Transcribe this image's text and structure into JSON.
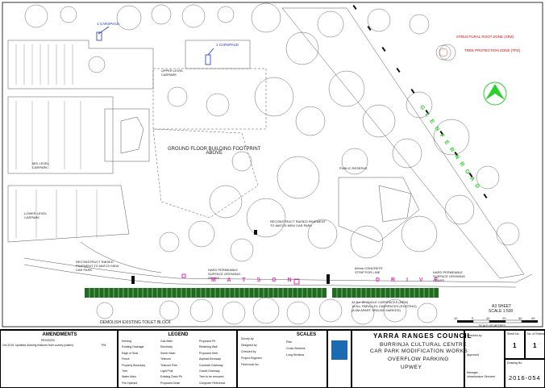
{
  "annotations": {
    "carspace_1": "1 CARSPACE",
    "carspace_2": "1 CARSPACE",
    "srz": "STRUCTURAL ROOT ZONE (SRZ)",
    "tpz": "TREE PROTECTION ZONE (TPZ)",
    "road_name": "G L E N F E R N   R O A D",
    "matson_drive_1": "M A T S O N",
    "matson_drive_2": "D R I V E",
    "ground_floor": "GROUND FLOOR BUILDING FOOTPRINT\nABOVE",
    "upper_level": "UPPER LEVEL\nCARPARK",
    "mid_level": "MID LEVEL\nCARPARK",
    "lower_level": "LOWER LEVEL\nCARPARK",
    "public_reserve": "PUBLIC RESERVE",
    "reconstruct_1": "RECONSTRUCT RAISED\nPAVEMENT TO MATCH NEW\nCAR PARK",
    "reconstruct_2": "RECONSTRUCT RAISED PAVEMENT\nTO MATCH NEW CAR PARK",
    "hard_permeable_1": "HARD PERMEABLE\nSURFACE GROWING\nGRASS",
    "hard_permeable_2": "HARD PERMEABLE\nSURFACE GROWING\nGRASS",
    "concrete_strip": "60mm CONCRETE\nSTRIP FOR LINE",
    "demolish": "DEMOLISH EXISTING TOILET BLOCK",
    "angle_carspaces": "44 No. 60 ANGLE CARSPACES (NEW)\n18 No. PARALLEL CARSPACES (EXISTING)\n(8.5M APART SPACED MARKED)",
    "scale_of_metres": "SCALE OF METRES",
    "sheet_size": "A3 SHEET",
    "scale": "SCALE 1:500",
    "scale_ticks": [
      "10",
      "0",
      "10",
      "20",
      "30",
      "40",
      "50"
    ]
  },
  "title_block": {
    "amendments": "AMENDMENTS",
    "revision": "REVISION",
    "amend_date": "Oct 2016",
    "amend_text": "Updated drawing features from survey (matrix)",
    "amend_by": "PM",
    "legend": "LEGEND",
    "legend_items": [
      "Kerbing",
      "Existing Drainage",
      "Edge of Seal",
      "Fence",
      "Property Boundary",
      "Tree",
      "Water Main",
      "Fire Hydrant",
      "Gas Main",
      "Electricity",
      "Sewer Main",
      "Telecom",
      "Telecom Pole",
      "Light Pole",
      "Existing Drain Pit",
      "Proposed Drain",
      "Proposed Pit",
      "Retaining Wall",
      "Proposed Kerb",
      "Asphalt Driveway",
      "Concrete Driveway",
      "Gravel Driveway",
      "Tree to be removed",
      "Computer Reference"
    ],
    "survey_by": "Survey by",
    "design_by": "Designed by",
    "checked_by": "Checked by",
    "project_engineer": "Project Engineer",
    "field_book": "Field book No.",
    "scales": "SCALES",
    "plan": "Plan",
    "cross_sections": "Cross Sections",
    "long_sections": "Long Sections",
    "council_name": "YARRA RANGES COUNCIL",
    "project_line1": "BURRINJA CULTURAL CENTRE",
    "project_line2": "CAR PARK MODIFICATION WORKS",
    "project_line3": "OVERFLOW PARKING",
    "project_line4": "UPWEY",
    "checked_label": "Checked by",
    "approved_label": "Approved",
    "manager_label": "Manager -\nInfrastructure Services",
    "sheet_no_label": "Sheet No.",
    "of_sheets_label": "No. of Sheets",
    "sheet_no": "1",
    "of_sheets": "1",
    "drawing_no_label": "Drawing No.",
    "drawing_no": "2016-054"
  },
  "colors": {
    "carpark_bays": "#1f6b1f",
    "parking_stripe": "#2bd12b",
    "annotation_red": "#e00000",
    "annotation_blue": "#1a33cc",
    "north_arrow": "#2bd12b",
    "lines": "#333333"
  },
  "icons": {
    "north_arrow": "north-arrow-icon",
    "council_logo": "yarra-ranges-logo-icon"
  }
}
